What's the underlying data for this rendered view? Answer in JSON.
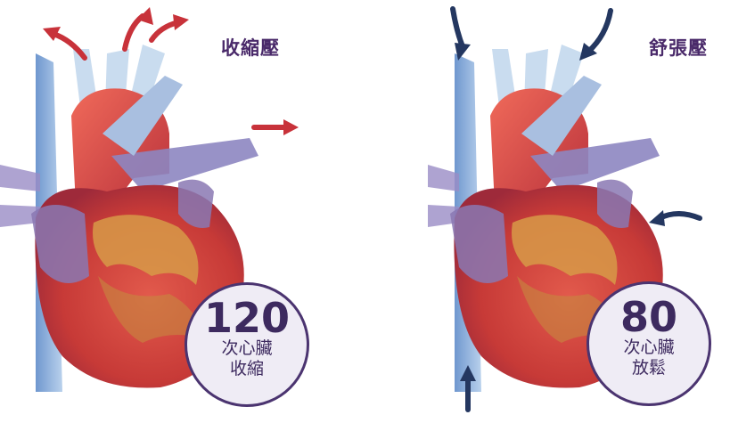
{
  "panels": [
    {
      "title": "收縮壓",
      "badge": {
        "value": "120",
        "line1": "次心臟",
        "line2": "收縮"
      },
      "arrow_color": "#c8323a"
    },
    {
      "title": "舒張壓",
      "badge": {
        "value": "80",
        "line1": "次心臟",
        "line2": "放鬆"
      },
      "arrow_color": "#243760"
    }
  ],
  "colors": {
    "title": "#4a2a6a",
    "badge_border": "#4b3470",
    "badge_fill": "#efecf5",
    "heart_red": "#d9473f",
    "vessel_blue": "#8fb0d6",
    "vein_purple": "#8a78b3",
    "fat_yellow": "#d9a04e"
  }
}
